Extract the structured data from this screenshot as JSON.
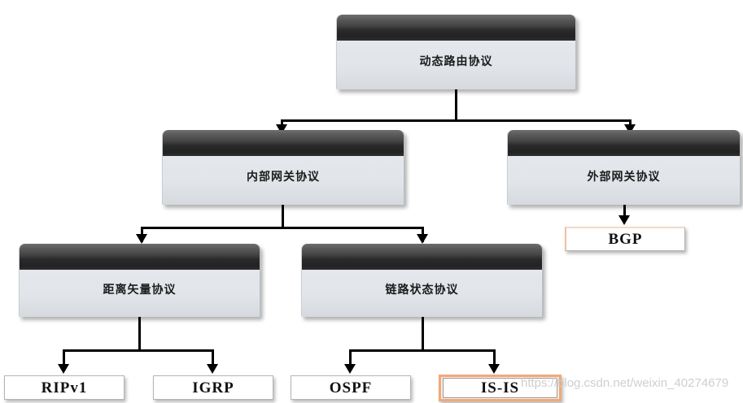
{
  "diagram": {
    "title": "动态路由协议",
    "type": "hierarchy-tree",
    "background_color": "#ffffff",
    "accent_color": "#f0a97a",
    "node_header_color": "#2a2a2a",
    "node_body_color": "#e1e5ea",
    "connector_color": "#000000"
  },
  "nodes": {
    "root": {
      "label": "动态路由协议",
      "level": 0,
      "style": "3d-box"
    },
    "igp": {
      "label": "内部网关协议",
      "level": 1,
      "style": "3d-box"
    },
    "egp": {
      "label": "外部网关协议",
      "level": 1,
      "style": "3d-box"
    },
    "distance_vector": {
      "label": "距离矢量协议",
      "level": 2,
      "style": "3d-box"
    },
    "link_state": {
      "label": "链路状态协议",
      "level": 2,
      "style": "3d-box"
    },
    "bgp": {
      "label": "BGP",
      "level": 2,
      "style": "leaf",
      "accent": true
    },
    "ripv1": {
      "label": "RIPv1",
      "level": 3,
      "style": "leaf",
      "accent": false
    },
    "igrp": {
      "label": "IGRP",
      "level": 3,
      "style": "leaf",
      "accent": false
    },
    "ospf": {
      "label": "OSPF",
      "level": 3,
      "style": "leaf",
      "accent": false
    },
    "isis": {
      "label": "IS-IS",
      "level": 3,
      "style": "leaf",
      "selected": true
    }
  },
  "edges": [
    {
      "from": "root",
      "to": "igp"
    },
    {
      "from": "root",
      "to": "egp"
    },
    {
      "from": "igp",
      "to": "distance_vector"
    },
    {
      "from": "igp",
      "to": "link_state"
    },
    {
      "from": "egp",
      "to": "bgp"
    },
    {
      "from": "distance_vector",
      "to": "ripv1"
    },
    {
      "from": "distance_vector",
      "to": "igrp"
    },
    {
      "from": "link_state",
      "to": "ospf"
    },
    {
      "from": "link_state",
      "to": "isis"
    }
  ],
  "watermark": {
    "text": "https://blog.csdn.net/weixin_40274679"
  }
}
